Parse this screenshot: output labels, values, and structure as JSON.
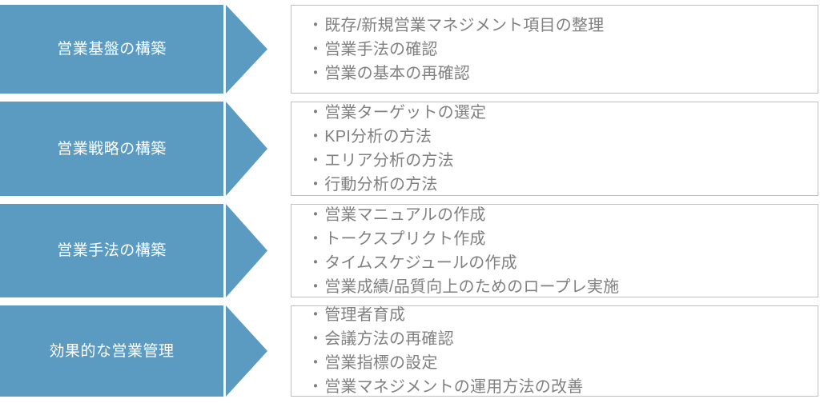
{
  "theme": {
    "accent_blue": "#5B9BC2",
    "label_text_color": "#FFFFFF",
    "body_text_color": "#808080",
    "box_border_color": "#BFBFBF",
    "background": "#FFFFFF"
  },
  "bullet_mark": "・",
  "rows": [
    {
      "label": "営業基盤の構築",
      "items": [
        "既存/新規営業マネジメント項目の整理",
        "営業手法の確認",
        "営業の基本の再確認"
      ]
    },
    {
      "label": "営業戦略の構築",
      "items": [
        "営業ターゲットの選定",
        "KPI分析の方法",
        "エリア分析の方法",
        "行動分析の方法"
      ]
    },
    {
      "label": "営業手法の構築",
      "items": [
        "営業マニュアルの作成",
        "トークスプリクト作成",
        "タイムスケジュールの作成",
        "営業成績/品質向上のためのロープレ実施"
      ]
    },
    {
      "label": "効果的な営業管理",
      "items": [
        "管理者育成",
        "会議方法の再確認",
        "営業指標の設定",
        "営業マネジメントの運用方法の改善"
      ]
    }
  ]
}
